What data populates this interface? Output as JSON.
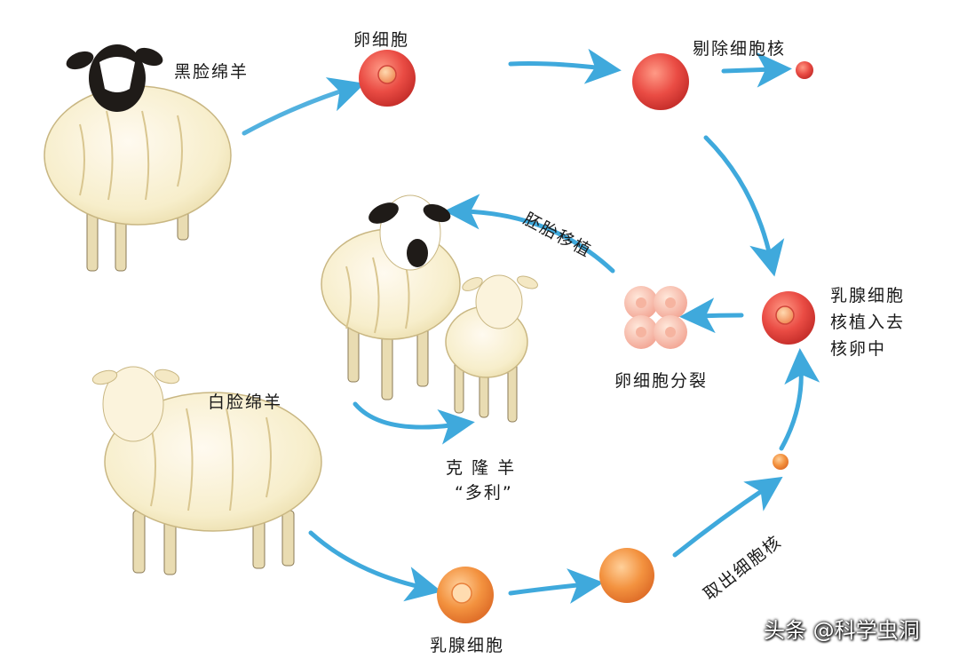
{
  "labels": {
    "black_face_sheep": "黑脸绵羊",
    "egg_cell": "卵细胞",
    "remove_nucleus": "剔除细胞核",
    "nucleus_implant_line1": "乳腺细胞",
    "nucleus_implant_line2": "核植入去",
    "nucleus_implant_line3": "核卵中",
    "egg_division": "卵细胞分裂",
    "embryo_transfer": "胚胎移植",
    "clone_sheep": "克 隆 羊",
    "dolly": "“多利”",
    "white_face_sheep": "白脸绵羊",
    "mammary_cell": "乳腺细胞",
    "extract_nucleus": "取出细胞核"
  },
  "watermark": "头条 @科学虫洞",
  "colors": {
    "arrow": "#3fa9dc",
    "egg": "#e8504a",
    "mammary": "#f08a3c",
    "wool": "#f4ecc6"
  }
}
